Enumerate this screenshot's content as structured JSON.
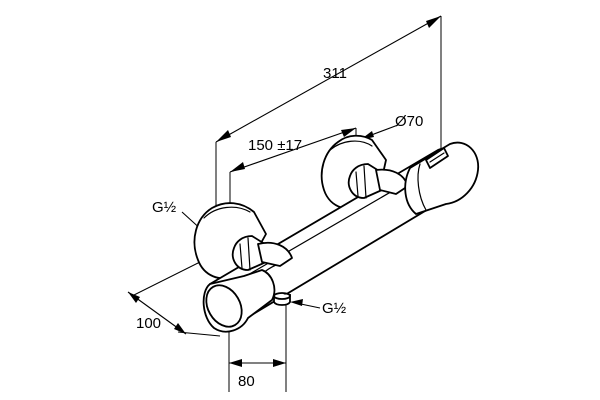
{
  "drawing": {
    "dimensions": {
      "overall_length": "311",
      "centre_distance": "150 ±17",
      "rosette_diameter": "Ø70",
      "wall_distance": "100",
      "outlet_offset": "80"
    },
    "connections": {
      "inlet": "G½",
      "outlet": "G½"
    },
    "colors": {
      "line": "#000000",
      "background": "#ffffff"
    }
  }
}
